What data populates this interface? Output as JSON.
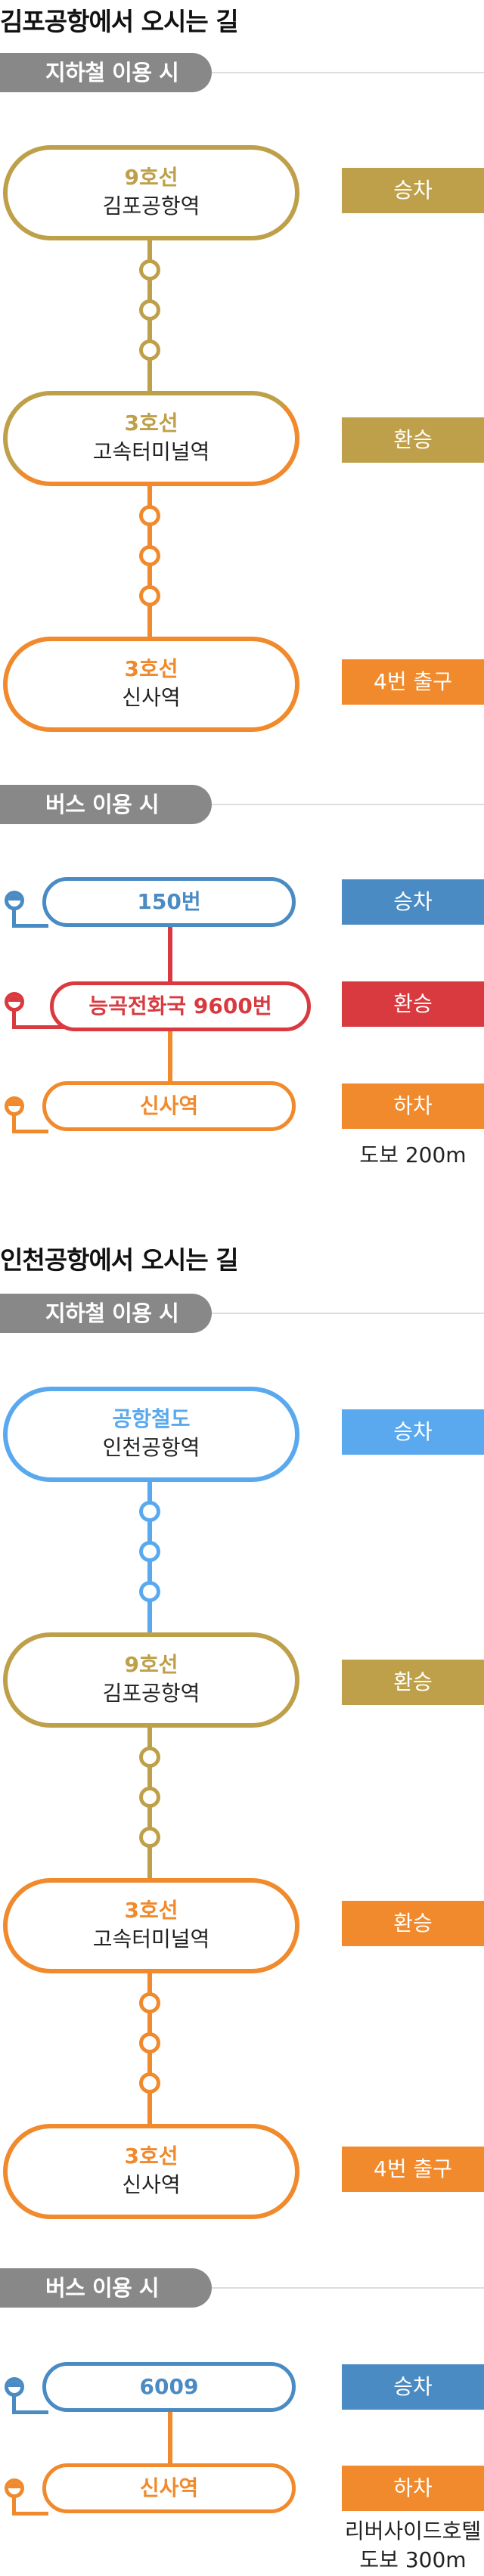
{
  "colors": {
    "line9": "#bfa04a",
    "line3": "#f08a2c",
    "airport": "#5aa9ee",
    "bus_blue": "#4a8bc4",
    "bus_red": "#d93a3f",
    "bus_orange": "#f08a2c",
    "subhead_gray": "#888888"
  },
  "gimpo": {
    "title": "김포공항에서 오시는 길",
    "subway_head": "지하철 이용 시",
    "subway": [
      {
        "line": "9호선",
        "station": "김포공항역",
        "tag": "승차"
      },
      {
        "line": "3호선",
        "station": "고속터미널역",
        "tag": "환승"
      },
      {
        "line": "3호선",
        "station": "신사역",
        "tag": "4번 출구"
      }
    ],
    "bus_head": "버스 이용 시",
    "bus": [
      {
        "label": "150번",
        "tag": "승차"
      },
      {
        "label": "능곡전화국 9600번",
        "tag": "환승"
      },
      {
        "label": "신사역",
        "tag": "하차"
      }
    ],
    "bus_note": "도보 200m"
  },
  "incheon": {
    "title": "인천공항에서 오시는 길",
    "subway_head": "지하철 이용 시",
    "subway": [
      {
        "line": "공항철도",
        "station": "인천공항역",
        "tag": "승차"
      },
      {
        "line": "9호선",
        "station": "김포공항역",
        "tag": "환승"
      },
      {
        "line": "3호선",
        "station": "고속터미널역",
        "tag": "환승"
      },
      {
        "line": "3호선",
        "station": "신사역",
        "tag": "4번 출구"
      }
    ],
    "bus_head": "버스 이용 시",
    "bus": [
      {
        "label": "6009",
        "tag": "승차"
      },
      {
        "label": "신사역",
        "tag": "하차"
      }
    ],
    "bus_note_1": "리버사이드호텔",
    "bus_note_2": "도보 300m"
  }
}
